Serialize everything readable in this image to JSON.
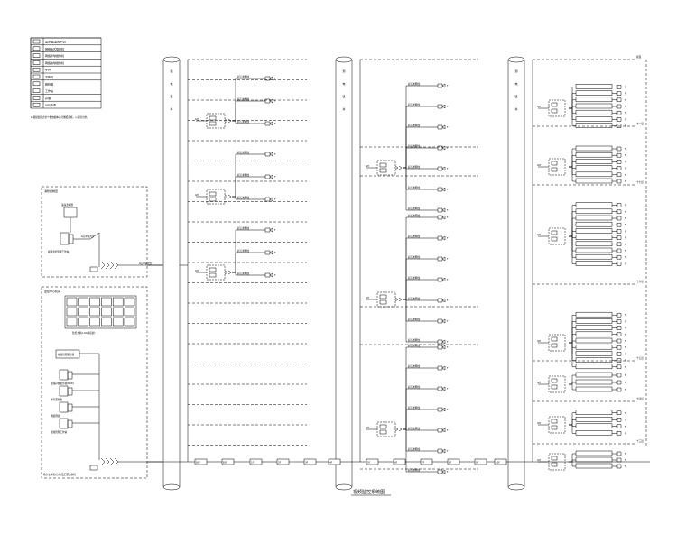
{
  "drawing": {
    "title": "视频监控系统图",
    "legend_note": "1.视频监控点位个数依据本设计图纸实施，以实际为准。"
  },
  "legend": {
    "rows": [
      {
        "icon": "monitor-icon",
        "text": "显示器(监控中心)"
      },
      {
        "icon": "camera-icon",
        "text": "网络枪式摄像机"
      },
      {
        "icon": "dome-camera-icon",
        "text": "网络半球摄像机"
      },
      {
        "icon": "ptz-camera-icon",
        "text": "网络快球摄像机"
      },
      {
        "icon": "nvr-icon",
        "text": "NVR"
      },
      {
        "icon": "switch-icon",
        "text": "交换机"
      },
      {
        "icon": "decoder-icon",
        "text": "解码器"
      },
      {
        "icon": "workstation-icon",
        "text": "工作站"
      },
      {
        "icon": "storage-icon",
        "text": "存储"
      },
      {
        "icon": "ups-icon",
        "text": "UPS电源"
      }
    ]
  },
  "left_rooms": {
    "room1": {
      "title": "消防控制室",
      "monitor_label": "液晶监视器",
      "workstation_label": "视频监控管理工作站",
      "link_label": "6芯单模光纤"
    },
    "room2": {
      "title": "监控中心机房",
      "wall_label": "监控大屏(LCD拼接屏)",
      "server_label": "视频管理服务器",
      "rows": [
        "视频存储服务器(NVR)",
        "解码服务器",
        "网络键盘",
        "视频管理工作站"
      ],
      "bottom_note": "核心交换机(万兆)及汇聚交换机"
    }
  },
  "risers": [
    {
      "label": "强电竖井"
    },
    {
      "label": "弱电竖井"
    },
    {
      "label": "弱电竖井"
    }
  ],
  "cable_label": "6芯单模光纤",
  "bottom_labels": [
    "B1F",
    "B1F",
    "1F",
    "2F",
    "3F",
    "4F",
    "5F",
    "6F",
    "7F",
    "8F",
    "9F",
    "10F"
  ],
  "panel": {
    "cable": "超五类网线",
    "floor_tag": "F"
  },
  "right_section_labels": [
    "屋面",
    "十八层",
    "十七层",
    "十六层",
    "十五层",
    "十四层",
    "十三层",
    "十二层"
  ],
  "colors": {
    "line": "#000000",
    "background": "#ffffff"
  }
}
